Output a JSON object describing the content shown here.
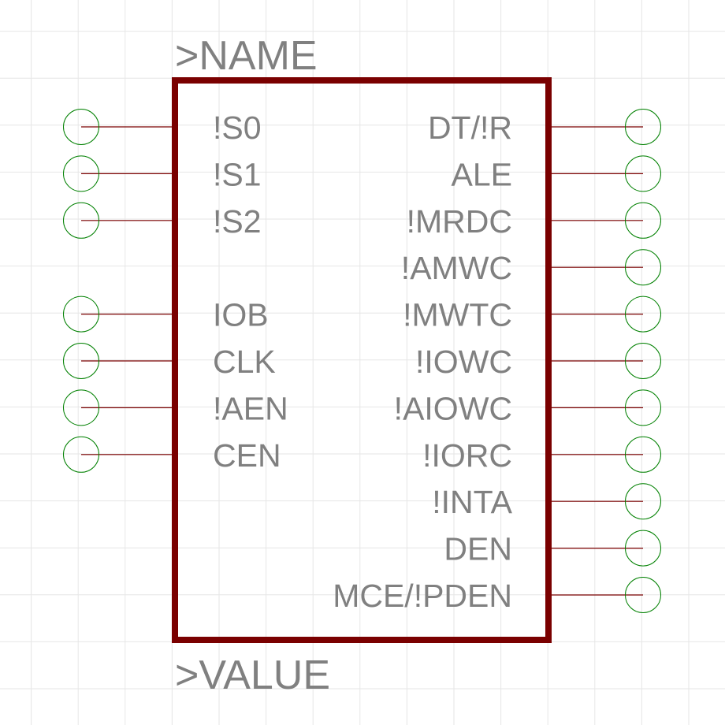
{
  "symbol": {
    "name_label": ">NAME",
    "value_label": ">VALUE",
    "colors": {
      "body_outline": "#7a0000",
      "pin_line": "#7a0000",
      "pin_endpoint": "#008000",
      "label_text": "#808080",
      "grid": "#e6e6e6",
      "background": "#ffffff"
    },
    "left_pins": [
      {
        "name": "!S0"
      },
      {
        "name": "!S1"
      },
      {
        "name": "!S2"
      },
      {
        "name": "IOB"
      },
      {
        "name": "CLK"
      },
      {
        "name": "!AEN"
      },
      {
        "name": "CEN"
      }
    ],
    "right_pins": [
      {
        "name": "DT/!R"
      },
      {
        "name": "ALE"
      },
      {
        "name": "!MRDC"
      },
      {
        "name": "!AMWC"
      },
      {
        "name": "!MWTC"
      },
      {
        "name": "!IOWC"
      },
      {
        "name": "!AIOWC"
      },
      {
        "name": "!IORC"
      },
      {
        "name": "!INTA"
      },
      {
        "name": "DEN"
      },
      {
        "name": "MCE/!PDEN"
      }
    ]
  }
}
